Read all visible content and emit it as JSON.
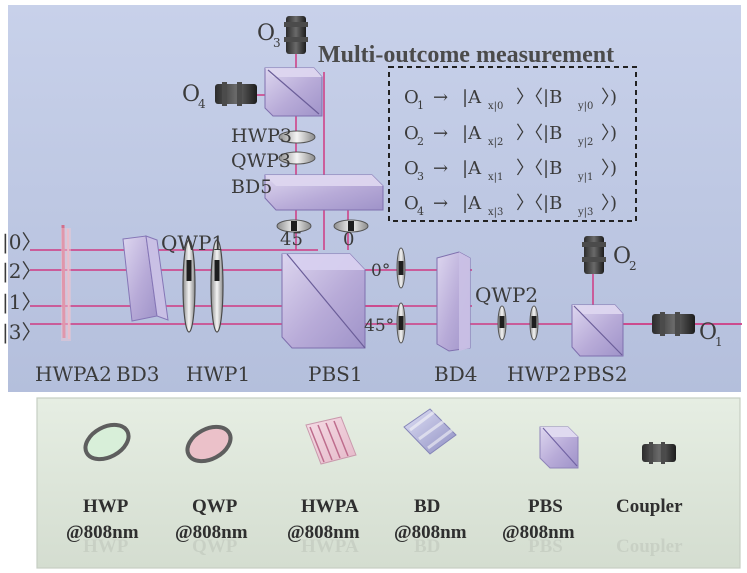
{
  "title": "Multi-outcome measurement",
  "colors": {
    "top_panel_bg": "#b8c4e1",
    "bottom_panel_bg": "#d9e3d5",
    "beam": "#cf3a82",
    "component_violet": "#b7a9d6",
    "component_edge": "#8b7fb3",
    "lens_silver": "#c8c8c8",
    "lens_dark": "#222222",
    "legend_hwp": "#d8efd9",
    "legend_qwp": "#ebc1c9",
    "legend_hwpa": "#e8b6c3"
  },
  "equations": {
    "eq1": {
      "left": "O",
      "left_sub": "1",
      "arrow": "→",
      "ket_a": "|A",
      "ket_sub_a": "x|0",
      "mid": "〉〈|B",
      "ket_sub_b": "y|0",
      "right": "〉)"
    },
    "eq2": {
      "left": "O",
      "left_sub": "2",
      "arrow": "→",
      "ket_a": "|A",
      "ket_sub_a": "x|2",
      "mid": "〉〈|B",
      "ket_sub_b": "y|2",
      "right": "〉)"
    },
    "eq3": {
      "left": "O",
      "left_sub": "3",
      "arrow": "→",
      "ket_a": "|A",
      "ket_sub_a": "x|1",
      "mid": "〉〈|B",
      "ket_sub_b": "y|1",
      "right": "〉)"
    },
    "eq4": {
      "left": "O",
      "left_sub": "4",
      "arrow": "→",
      "ket_a": "|A",
      "ket_sub_a": "x|3",
      "mid": "〉〈|B",
      "ket_sub_b": "y|3",
      "right": "〉)"
    }
  },
  "input_states": {
    "state_0": "|0〉",
    "state_2": "|2〉",
    "state_1": "|1〉",
    "state_3": "|3〉"
  },
  "component_labels": {
    "hwpa2": "HWPA2",
    "bd3": "BD3",
    "hwp1": "HWP1",
    "pbs1": "PBS1",
    "qwp1": "QWP1",
    "bd4": "BD4",
    "hwp2": "HWP2",
    "pbs2": "PBS2",
    "qwp2": "QWP2",
    "hwp3": "HWP3",
    "qwp3": "QWP3",
    "bd5": "BD5"
  },
  "angles": {
    "angle_45_top": "45",
    "angle_0_top": "0",
    "angle_0_mid": "0°",
    "angle_45_mid": "45°"
  },
  "outputs": {
    "o1_main": "O",
    "o1_sub": "1",
    "o2_main": "O",
    "o2_sub": "2",
    "o3_main": "O",
    "o3_sub": "3",
    "o4_main": "O",
    "o4_sub": "4"
  },
  "legend": {
    "hwp_name": "HWP",
    "hwp_spec": "@808nm",
    "qwp_name": "QWP",
    "qwp_spec": "@808nm",
    "hwpa_name": "HWPA",
    "hwpa_spec": "@808nm",
    "bd_name": "BD",
    "bd_spec": "@808nm",
    "pbs_name": "PBS",
    "pbs_spec": "@808nm",
    "coupler_name": "Coupler",
    "reflection_hwp": "HWP",
    "reflection_qwp": "QWP",
    "reflection_hwpa": "HWPA",
    "reflection_bd": "BD",
    "reflection_pbs": "PBS",
    "reflection_coupler": "Coupler"
  }
}
